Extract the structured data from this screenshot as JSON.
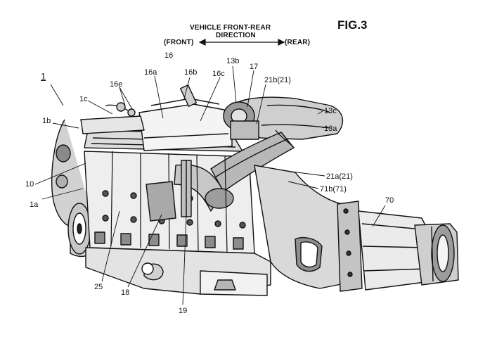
{
  "figure_label": "FIG.3",
  "direction": {
    "line1": "VEHICLE FRONT-REAR",
    "line2": "DIRECTION",
    "front": "(FRONT)",
    "rear": "(REAR)"
  },
  "colors": {
    "ink": "#111111",
    "paper": "#ffffff",
    "shade": "#bdbdbd"
  },
  "labels": {
    "l1": "1",
    "l1a": "1a",
    "l1b": "1b",
    "l1c": "1c",
    "l10": "10",
    "l13a": "13a",
    "l13b": "13b",
    "l13c": "13c",
    "l16": "16",
    "l16a": "16a",
    "l16b": "16b",
    "l16c": "16c",
    "l16e": "16e",
    "l17": "17",
    "l18": "18",
    "l19": "19",
    "l21a": "21a(21)",
    "l21b": "21b(21)",
    "l25": "25",
    "l70": "70",
    "l71b": "71b(71)"
  }
}
